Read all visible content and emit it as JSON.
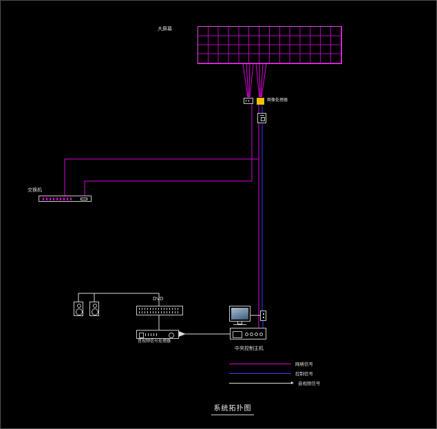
{
  "diagram": {
    "title": "系统拓扑图",
    "screen_label": "大屏幕",
    "processor_label": "图像处理器",
    "switch_label": "交换机",
    "dvd_label": "DVD",
    "av_processor_label": "音视频信号处理器",
    "host_label": "中央控制主机",
    "legend": {
      "items": [
        {
          "label": "网络信号",
          "color": "#dd00dd"
        },
        {
          "label": "控制信号",
          "color": "#3a3aff"
        },
        {
          "label": "音视频信号",
          "color": "#e0e0e0"
        }
      ]
    },
    "colors": {
      "background": "#000000",
      "screen_grid": "#b400b4",
      "screen_border": "#e04ae0",
      "network_line": "#dd00dd",
      "control_line": "#3a3aff",
      "av_line": "#e0e0e0",
      "device_outline": "#c8c8c8",
      "processor_fill": "#f2c200"
    }
  }
}
